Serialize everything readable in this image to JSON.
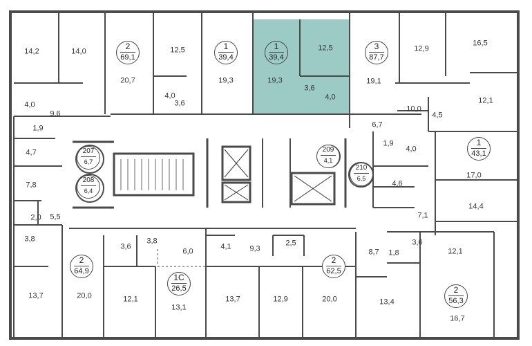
{
  "highlight_color": "#9ccbc6",
  "wall_color": "#4a4a4a",
  "apartments": [
    {
      "num": "2",
      "area": "69,1"
    },
    {
      "num": "1",
      "area": "39,4"
    },
    {
      "num": "1",
      "area": "39,4"
    },
    {
      "num": "3",
      "area": "87,7"
    },
    {
      "num": "1",
      "area": "43,1"
    },
    {
      "num": "2",
      "area": "64,9"
    },
    {
      "num": "1С",
      "area": "26,5"
    },
    {
      "num": "2",
      "area": "62,5"
    },
    {
      "num": "2",
      "area": "56,3"
    },
    {
      "num": "207",
      "area": "6,7"
    },
    {
      "num": "208",
      "area": "6,4"
    },
    {
      "num": "209",
      "area": "4,1"
    },
    {
      "num": "210",
      "area": "6,5"
    }
  ],
  "rooms": [
    "14,2",
    "14,0",
    "20,7",
    "12,5",
    "19,3",
    "3,6",
    "4,0",
    "19,3",
    "12,5",
    "3,6",
    "4,0",
    "19,1",
    "12,9",
    "16,5",
    "10,0",
    "4,5",
    "12,1",
    "6,7",
    "1,9",
    "4,0",
    "17,0",
    "4,6",
    "14,4",
    "7,1",
    "4,0",
    "9,6",
    "1,9",
    "4,7",
    "7,8",
    "2,0",
    "5,5",
    "3,8",
    "13,7",
    "20,0",
    "12,1",
    "3,6",
    "3,8",
    "6,0",
    "13,1",
    "4,1",
    "9,3",
    "2,5",
    "13,7",
    "12,9",
    "20,0",
    "8,7",
    "1,8",
    "3,6",
    "12,1",
    "13,4",
    "16,7"
  ]
}
